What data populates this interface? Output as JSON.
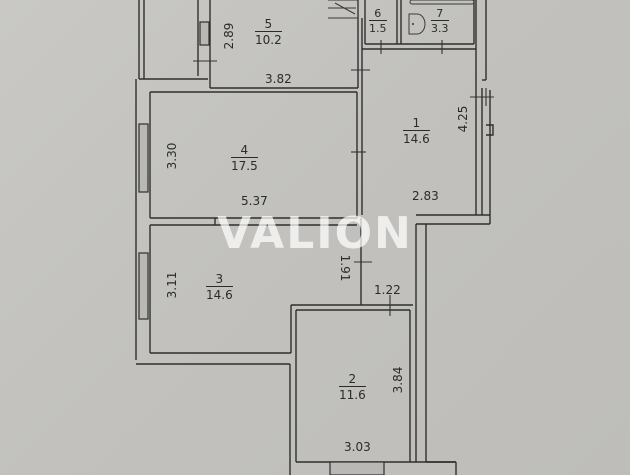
{
  "watermark": "VALION",
  "colors": {
    "background": "#c4c3bf",
    "wall_line": "#2f2f2f",
    "watermark": "#ffffff"
  },
  "rooms": [
    {
      "number": "1",
      "area": "14.6"
    },
    {
      "number": "2",
      "area": "11.6"
    },
    {
      "number": "3",
      "area": "14.6"
    },
    {
      "number": "4",
      "area": "17.5"
    },
    {
      "number": "5",
      "area": "10.2"
    },
    {
      "number": "6",
      "area": "1.5"
    },
    {
      "number": "7",
      "area": "3.3"
    }
  ],
  "dimensions": {
    "room5_height": "2.89",
    "room5_width": "3.82",
    "room4_height": "3.30",
    "room4_width": "5.37",
    "room1_height": "4.25",
    "room1_width": "2.83",
    "room3_height": "3.11",
    "corridor_height": "1.91",
    "corridor_width": "1.22",
    "room2_height": "3.84",
    "room2_width": "3.03"
  },
  "icons": {
    "bathtub": "toilet-icon",
    "stairs": "stairs-icon"
  }
}
